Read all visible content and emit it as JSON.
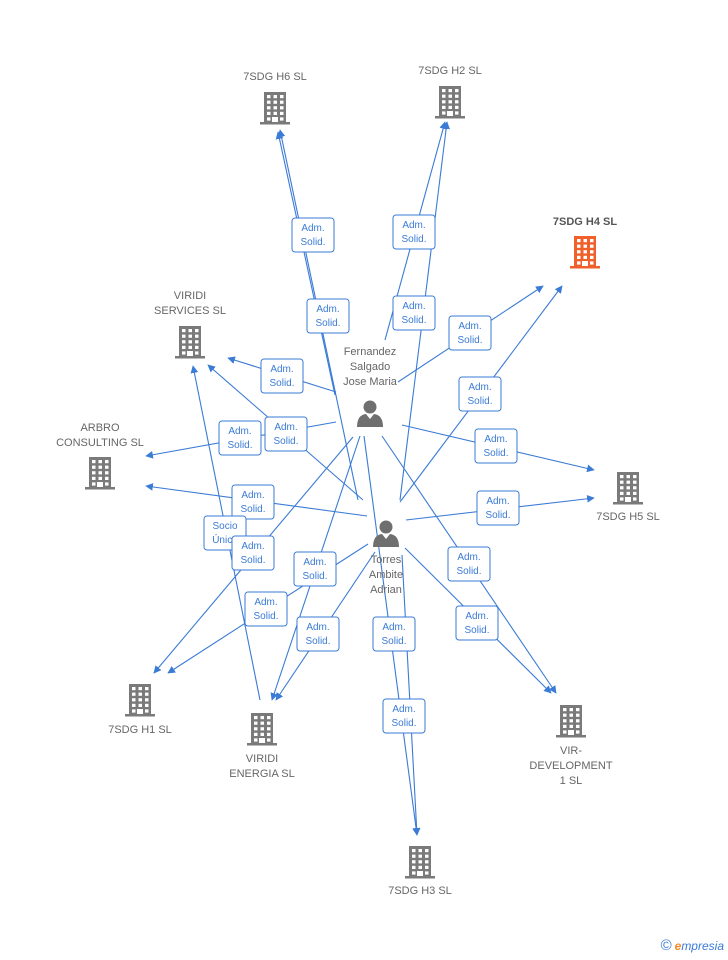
{
  "colors": {
    "edge": "#3a7bd5",
    "company": "#7a7a7a",
    "company_highlight": "#f0602a",
    "person": "#6f6f6f",
    "label": "#666666"
  },
  "nodes": [
    {
      "id": "h6",
      "type": "company",
      "icon": "building-icon",
      "label": [
        "7SDG H6  SL"
      ]
    },
    {
      "id": "h2",
      "type": "company",
      "icon": "building-icon",
      "label": [
        "7SDG H2  SL"
      ]
    },
    {
      "id": "h4",
      "type": "company",
      "icon": "building-icon",
      "highlight": true,
      "label": [
        "7SDG H4  SL"
      ]
    },
    {
      "id": "viridi_services",
      "type": "company",
      "icon": "building-icon",
      "label": [
        "VIRIDI",
        "SERVICES  SL"
      ]
    },
    {
      "id": "arbro",
      "type": "company",
      "icon": "building-icon",
      "label": [
        "ARBRO",
        "CONSULTING SL"
      ]
    },
    {
      "id": "h5",
      "type": "company",
      "icon": "building-icon",
      "label": [
        "7SDG H5  SL"
      ]
    },
    {
      "id": "h1",
      "type": "company",
      "icon": "building-icon",
      "label": [
        "7SDG H1  SL"
      ]
    },
    {
      "id": "viridi_energia",
      "type": "company",
      "icon": "building-icon",
      "label": [
        "VIRIDI",
        "ENERGIA  SL"
      ]
    },
    {
      "id": "vir_dev",
      "type": "company",
      "icon": "building-icon",
      "label": [
        "VIR-",
        "DEVELOPMENT",
        "1  SL"
      ]
    },
    {
      "id": "h3",
      "type": "company",
      "icon": "building-icon",
      "label": [
        "7SDG H3  SL"
      ]
    },
    {
      "id": "fernandez",
      "type": "person",
      "icon": "person-icon",
      "label": [
        "Fernandez",
        "Salgado",
        "Jose Maria"
      ]
    },
    {
      "id": "torres",
      "type": "person",
      "icon": "person-icon",
      "label": [
        "Torres",
        "Ambite",
        "Adrian"
      ]
    }
  ],
  "edge_labels": [
    [
      "Adm.",
      "Solid."
    ],
    [
      "Adm.",
      "Solid."
    ],
    [
      "Adm.",
      "Solid."
    ],
    [
      "Adm.",
      "Solid."
    ],
    [
      "Adm.",
      "Solid."
    ],
    [
      "Adm.",
      "Solid."
    ],
    [
      "Adm.",
      "Solid."
    ],
    [
      "Adm.",
      "Solid."
    ],
    [
      "Adm.",
      "Solid."
    ],
    [
      "Adm.",
      "Solid."
    ],
    [
      "Adm.",
      "Solid."
    ],
    [
      "Socio",
      "Único"
    ],
    [
      "Adm.",
      "Solid."
    ],
    [
      "Adm.",
      "Solid."
    ],
    [
      "Adm.",
      "Solid."
    ],
    [
      "Adm.",
      "Solid."
    ],
    [
      "Adm.",
      "Solid."
    ],
    [
      "Adm.",
      "Solid."
    ],
    [
      "Adm.",
      "Solid."
    ],
    [
      "Adm.",
      "Solid."
    ],
    [
      "Adm.",
      "Solid."
    ]
  ],
  "brand": {
    "copyright": "©",
    "first": "e",
    "rest": "mpresia"
  }
}
